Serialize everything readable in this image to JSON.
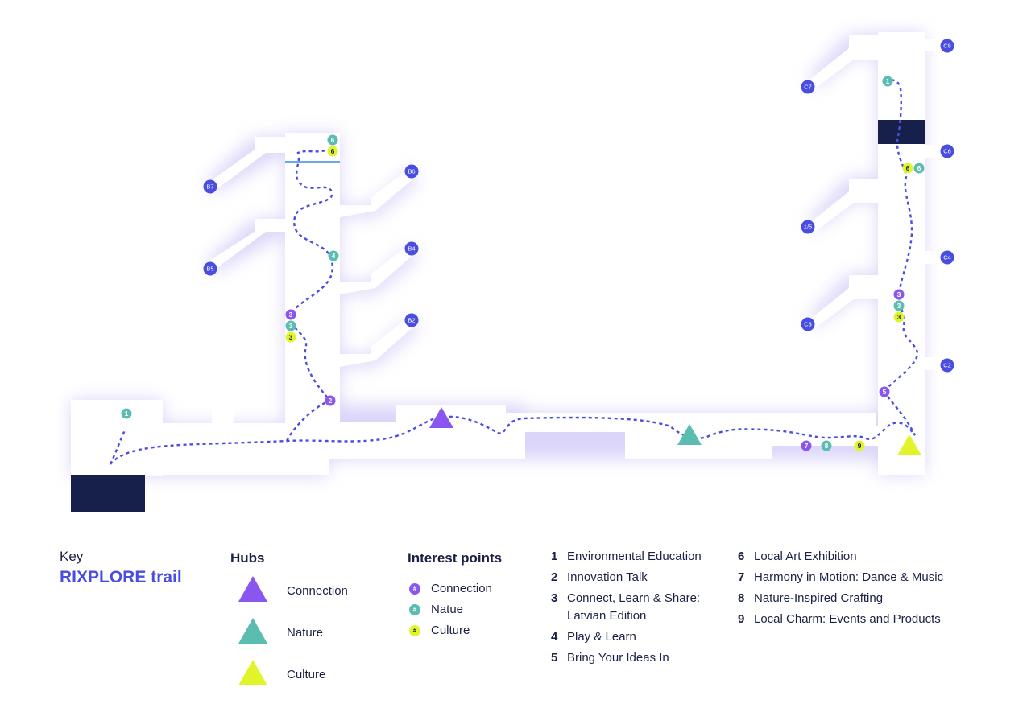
{
  "key": {
    "label": "Key",
    "title": "RIXPLORE trail"
  },
  "hubs": {
    "heading": "Hubs",
    "items": [
      {
        "label": "Connection",
        "color": "#8b55f0"
      },
      {
        "label": "Nature",
        "color": "#5bbdb0"
      },
      {
        "label": "Culture",
        "color": "#e1f42a"
      }
    ]
  },
  "interest_points": {
    "heading": "Interest points",
    "marker": "#",
    "items": [
      {
        "label": "Connection",
        "color": "#8b55f0"
      },
      {
        "label": "Natue",
        "color": "#5bbdb0"
      },
      {
        "label": "Culture",
        "color": "#e1f42a"
      }
    ]
  },
  "events": [
    {
      "num": "1",
      "name": "Environmental Education"
    },
    {
      "num": "2",
      "name": "Innovation Talk"
    },
    {
      "num": "3",
      "name": "Connect, Learn & Share:",
      "name2": "Latvian Edition"
    },
    {
      "num": "4",
      "name": "Play & Learn"
    },
    {
      "num": "5",
      "name": "Bring Your Ideas In"
    },
    {
      "num": "6",
      "name": "Local Art Exhibition"
    },
    {
      "num": "7",
      "name": "Harmony in Motion: Dance & Music"
    },
    {
      "num": "8",
      "name": "Nature-Inspired Crafting"
    },
    {
      "num": "9",
      "name": "Local Charm: Events and Products"
    }
  ],
  "map": {
    "rooms": [
      "B7",
      "B6",
      "B5",
      "B4",
      "B2",
      "C8",
      "C7",
      "C6",
      "1/5",
      "C4",
      "C3",
      "C2"
    ],
    "points": [
      {
        "num": "1",
        "type": "nature"
      },
      {
        "num": "6",
        "type": "nature"
      },
      {
        "num": "6",
        "type": "culture"
      },
      {
        "num": "4",
        "type": "nature"
      },
      {
        "num": "3",
        "type": "connection"
      },
      {
        "num": "3",
        "type": "nature"
      },
      {
        "num": "3",
        "type": "culture"
      },
      {
        "num": "2",
        "type": "connection"
      },
      {
        "num": "1",
        "type": "nature"
      },
      {
        "num": "6",
        "type": "culture"
      },
      {
        "num": "6",
        "type": "nature"
      },
      {
        "num": "3",
        "type": "connection"
      },
      {
        "num": "3",
        "type": "nature"
      },
      {
        "num": "3",
        "type": "culture"
      },
      {
        "num": "5",
        "type": "connection"
      },
      {
        "num": "7",
        "type": "connection"
      },
      {
        "num": "8",
        "type": "nature"
      },
      {
        "num": "9",
        "type": "culture"
      }
    ],
    "colors": {
      "room": "#4a4ee0",
      "trail": "#4a4ee0",
      "dark_block": "#16204a",
      "glow": "#c9c4f5"
    }
  }
}
